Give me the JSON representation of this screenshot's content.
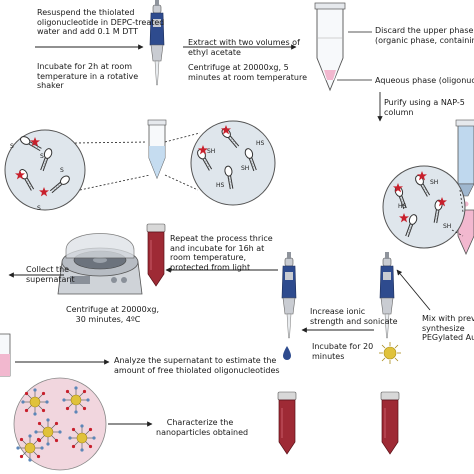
{
  "steps": {
    "resuspend": "Resuspend the thiolated\noligonucleotide in DEPC-treated\nwater and add 0.1 M DTT",
    "incubate_2h": "Incubate for 2h at room\ntemperature in a rotative\nshaker",
    "extract": "Extract with two volumes of\nethyl acetate",
    "centrifuge_5min": "Centrifuge at 20000xg, 5\nminutes at room temperature",
    "discard": "Discard the upper phase\n(organic phase, containing DT",
    "aqueous": "Aqueous phase (oligonucle",
    "purify": "Purify using a NAP-5\ncolumn",
    "mix": "Mix with previ\nsynthesize\nPEGylated Au",
    "ionic": "Increase ionic\nstrength and sonicate",
    "incubate_20": "Incubate for 20\nminutes",
    "repeat": "Repeat the process thrice\nand incubate for 16h at\nroom temperature,\nprotected from light",
    "collect": "Collect the\nsupernatant",
    "centrifuge_30min": "Centrifuge at 20000xg,\n30 minutes, 4ºC",
    "analyze": "Analyze the supernatant to estimate the\namount of free thiolated oligonucleotides",
    "characterize": "Characterize the\nnanoparticles obtained"
  },
  "molecule_labels": {
    "s": "S",
    "sh": "SH",
    "hs": "HS"
  },
  "colors": {
    "pipette_blue": "#2e4b8e",
    "pipette_grey": "#c9ccd2",
    "tube_liquid_pink": "#f2b8cf",
    "tube_liquid_blue": "#bfd8ee",
    "red_tube": "#9e2a35",
    "star_red": "#c8202c",
    "gold_np": "#e0c23a",
    "circle_fill": "#dfe6ec",
    "np_bg": "#f1d6de",
    "arrow": "#222222"
  }
}
